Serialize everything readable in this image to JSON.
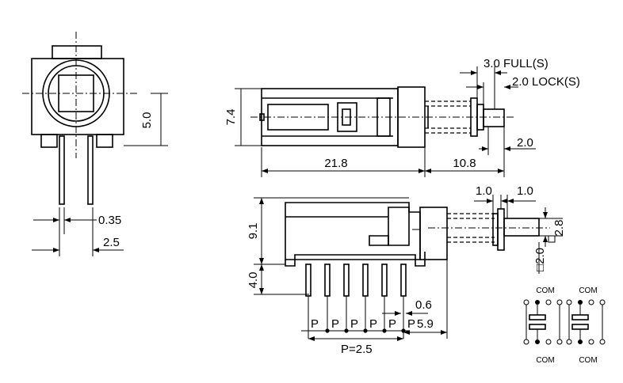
{
  "front_view": {
    "dims": {
      "width_035": "0.35",
      "pitch_25": "2.5",
      "height_50": "5.0"
    }
  },
  "top_view": {
    "dims": {
      "height_74": "7.4",
      "length_218": "21.8",
      "stem_108": "10.8",
      "gap_20": "2.0"
    },
    "notes": {
      "full": "3.0 FULL(S)",
      "lock": "2.0 LOCK(S)"
    }
  },
  "side_view": {
    "dims": {
      "height_91": "9.1",
      "pin_40": "4.0",
      "gap_10a": "1.0",
      "gap_10b": "1.0",
      "sq_28": "2.8",
      "sq_20": "□2.0",
      "pin_06": "0.6",
      "pin_59": "5.9"
    },
    "pin_labels": [
      "P",
      "P",
      "P",
      "P",
      "P",
      "P"
    ],
    "pitch": "P=2.5"
  },
  "schematic": {
    "com_labels": [
      "COM",
      "COM",
      "COM",
      "COM"
    ]
  }
}
